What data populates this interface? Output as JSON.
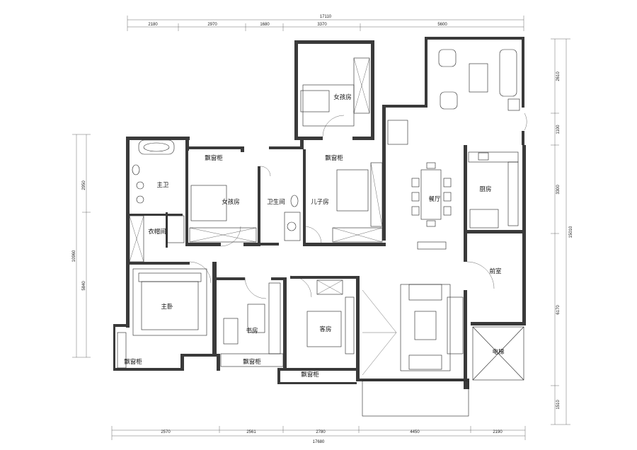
{
  "dimensions": {
    "top_total": "17110",
    "top": [
      "2180",
      "2970",
      "1680",
      "3370",
      "5600"
    ],
    "bottom": [
      "2570",
      "2561",
      "2780",
      "4450",
      "2190"
    ],
    "bottom_total": "17680",
    "right": [
      "2610",
      "1100",
      "3300",
      "6170",
      "1510"
    ],
    "right_total": "15010",
    "left": [
      "2950",
      "5840"
    ],
    "left_total": "10960"
  },
  "rooms": {
    "girls_room_top": "女孩房",
    "bay_cabinet_1": "飘窗柜",
    "bay_cabinet_2": "飘窗柜",
    "master_bath": "主卫",
    "girls_room_mid": "女孩房",
    "bathroom": "卫生间",
    "sons_room": "儿子房",
    "dining": "餐厅",
    "kitchen": "厨房",
    "closet": "衣帽间",
    "foyer": "前室",
    "master_bedroom": "主卧",
    "study": "书房",
    "guest_room": "客房",
    "bay_cabinet_3": "飘窗柜",
    "bay_cabinet_4": "飘窗柜",
    "bay_cabinet_5": "飘窗柜",
    "elevator": "电梯"
  }
}
